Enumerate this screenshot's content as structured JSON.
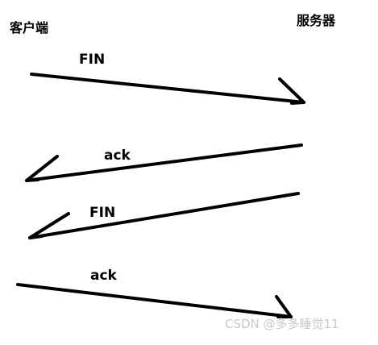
{
  "endpoints": {
    "client": "客户端",
    "server": "服务器"
  },
  "messages": [
    {
      "label": "FIN",
      "from": "client",
      "to": "server"
    },
    {
      "label": "ack",
      "from": "server",
      "to": "client"
    },
    {
      "label": "FIN",
      "from": "server",
      "to": "client"
    },
    {
      "label": "ack",
      "from": "client",
      "to": "server"
    }
  ],
  "watermark": "CSDN @多多睡觉11",
  "colors": {
    "stroke": "#000000",
    "watermark": "#c9c9c9"
  }
}
